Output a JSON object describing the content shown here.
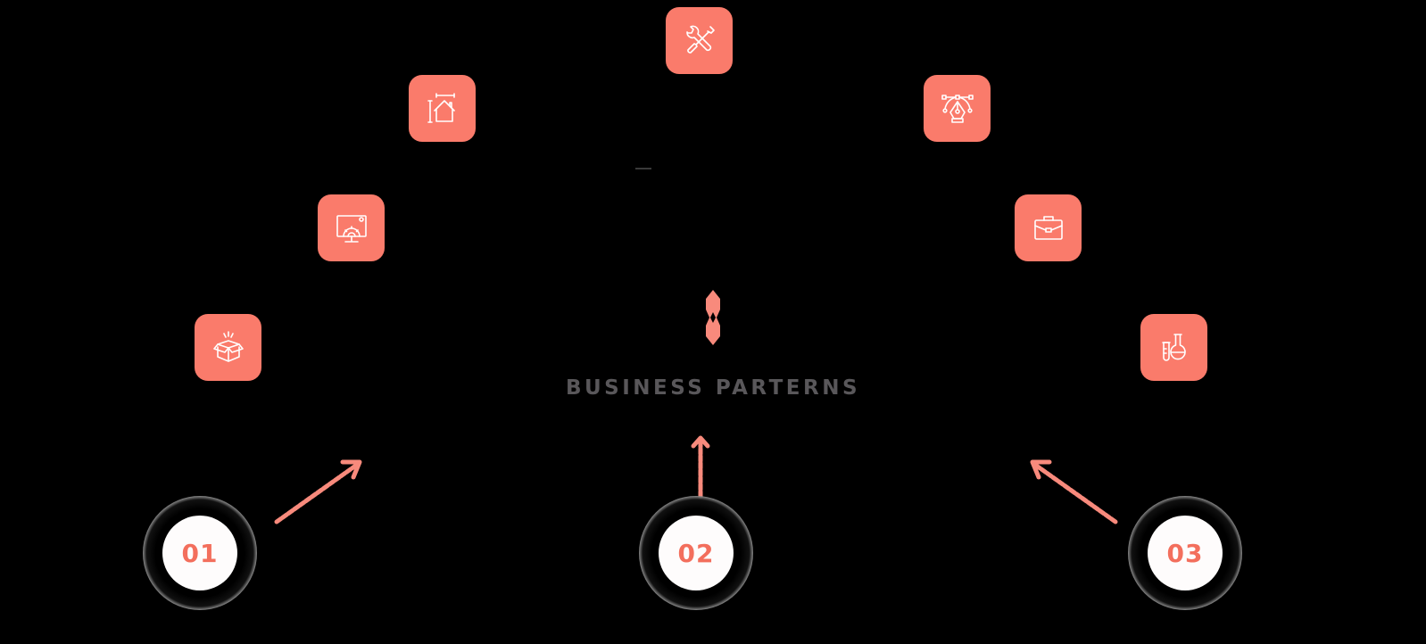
{
  "colors": {
    "background": "#000000",
    "accent": "#FA7B6B",
    "title_text": "#59575A",
    "step_number": "#F36F5D",
    "arrow": "#F88A7C"
  },
  "title": "BUSINESS PARTERNS",
  "icons": [
    {
      "name": "open-box-icon",
      "position": "left-bottom"
    },
    {
      "name": "monitor-gear-icon",
      "position": "left-middle"
    },
    {
      "name": "blueprint-house-icon",
      "position": "left-top"
    },
    {
      "name": "wrench-screwdriver-icon",
      "position": "top-center"
    },
    {
      "name": "pen-tool-vector-icon",
      "position": "right-top"
    },
    {
      "name": "briefcase-icon",
      "position": "right-middle"
    },
    {
      "name": "lab-flask-icon",
      "position": "right-bottom"
    }
  ],
  "steps": [
    {
      "label": "01",
      "arrow_direction": "up-right"
    },
    {
      "label": "02",
      "arrow_direction": "up"
    },
    {
      "label": "03",
      "arrow_direction": "up-left"
    }
  ]
}
